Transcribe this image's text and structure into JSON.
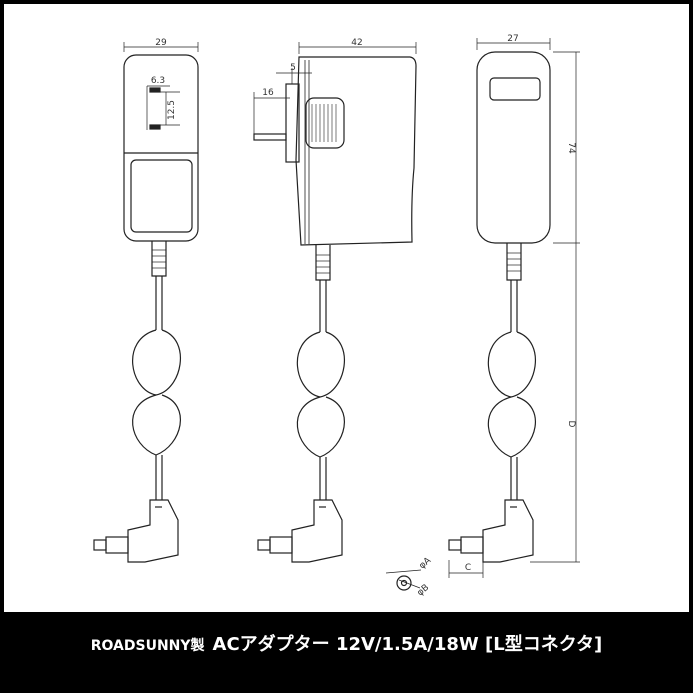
{
  "footer": {
    "brand": "ROADSUNNY製",
    "title": "ACアダプター 12V/1.5A/18W [L型コネクタ]"
  },
  "dimensions": {
    "front_width": "29",
    "pin_spacing": "6.3",
    "pin_length": "12.5",
    "side_depth": "42",
    "pin_offset": "5",
    "pin_protrusion": "16",
    "back_width": "27",
    "height": "74",
    "cable_length": "D",
    "plug_length": "C",
    "outer_diameter": "φA",
    "inner_diameter": "φB"
  }
}
